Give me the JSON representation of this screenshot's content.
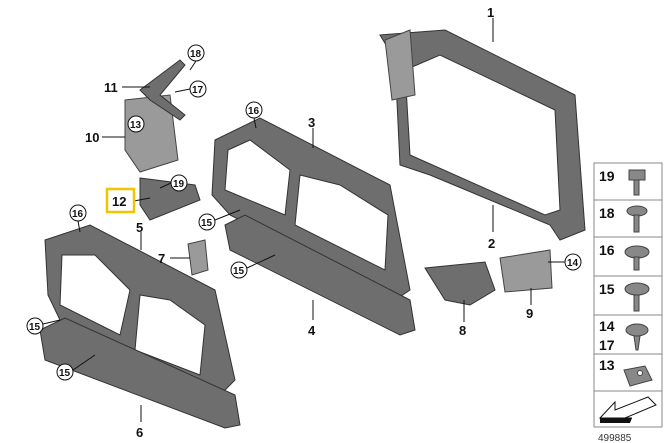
{
  "diagram": {
    "callouts": [
      "1",
      "2",
      "3",
      "4",
      "5",
      "6",
      "7",
      "8",
      "9",
      "10",
      "11",
      "12",
      "13",
      "14",
      "15",
      "15",
      "15",
      "15",
      "16",
      "16",
      "17",
      "18",
      "19"
    ],
    "highlighted_callout": "12",
    "highlight_color": "#f2c500",
    "legend": [
      {
        "label": "19",
        "icon": "hex-bolt-icon"
      },
      {
        "label": "18",
        "icon": "washer-bolt-icon"
      },
      {
        "label": "16",
        "icon": "torx-washer-screw-icon"
      },
      {
        "label": "15",
        "icon": "torx-washer-screw-icon"
      },
      {
        "label": "14",
        "label2": "17",
        "icon": "expanding-rivet-icon"
      },
      {
        "label": "13",
        "icon": "clip-nut-icon"
      },
      {
        "label": "",
        "icon": "direction-arrow-icon"
      }
    ],
    "reference_number": "499885"
  }
}
